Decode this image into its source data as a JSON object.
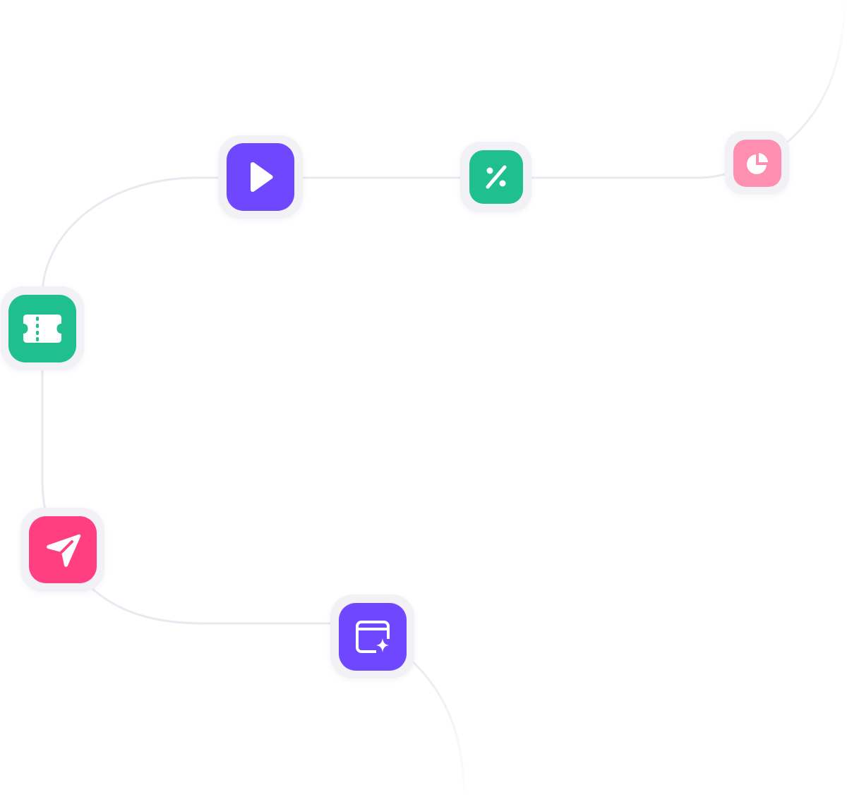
{
  "colors": {
    "background": "#ffffff",
    "path_line": "#ebe8f1",
    "node_ring": "#f2f1f6",
    "purple": "#6e47ff",
    "green": "#1fbf8f",
    "pink_light": "#ff8fb1",
    "pink": "#ff3f7f",
    "glyph": "#ffffff"
  },
  "nodes": [
    {
      "id": "play",
      "icon": "play-icon",
      "color": "purple"
    },
    {
      "id": "percent",
      "icon": "percent-icon",
      "color": "green"
    },
    {
      "id": "pie",
      "icon": "pie-chart-icon",
      "color": "pink_light"
    },
    {
      "id": "ticket",
      "icon": "ticket-icon",
      "color": "green"
    },
    {
      "id": "send",
      "icon": "send-icon",
      "color": "pink"
    },
    {
      "id": "window",
      "icon": "window-sparkle-icon",
      "color": "purple"
    }
  ]
}
